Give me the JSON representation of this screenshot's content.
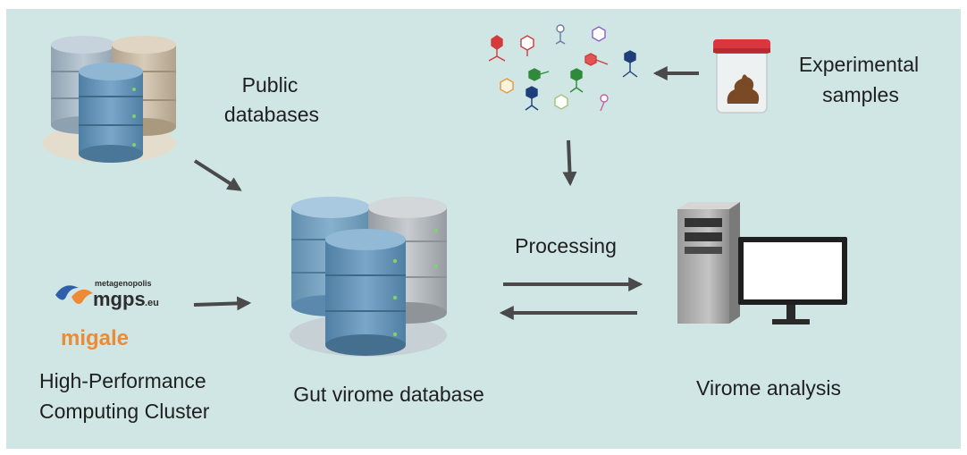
{
  "labels": {
    "public_databases_line1": "Public",
    "public_databases_line2": "databases",
    "experimental_samples_line1": "Experimental",
    "experimental_samples_line2": "samples",
    "processing": "Processing",
    "gut_virome_database": "Gut virome database",
    "virome_analysis": "Virome analysis",
    "hpc_line1": "High-Performance",
    "hpc_line2": "Computing Cluster"
  },
  "logos": {
    "mgps_small": "metagenopolis",
    "mgps_main": "mgps",
    "mgps_suffix": ".eu",
    "migale": "migale"
  },
  "colors": {
    "background": "#cfe6e5",
    "arrow": "#4a4a4a",
    "db_blue": "#6b9bbf",
    "db_gray": "#b4b9bd",
    "db_tan": "#cbbca6",
    "lid_red": "#d9363e"
  },
  "icons": [
    "database-stack-icon",
    "phage-cluster-icon",
    "sample-jar-icon",
    "computer-icon",
    "mgps-logo",
    "migale-logo"
  ]
}
